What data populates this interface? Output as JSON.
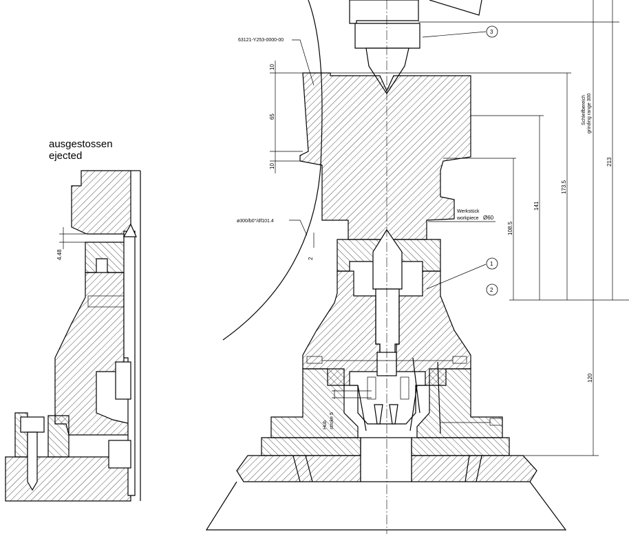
{
  "headings": {
    "state_de": "ausgestossen",
    "state_en": "ejected"
  },
  "labels": {
    "part_number": "63121-Y253-0000-00",
    "radius_spec": "ø300/b0°/df101.4",
    "workpiece_de": "Werkstück",
    "workpiece_en": "workpiece",
    "workpiece_dia": "Ø60",
    "grind_de": "Schleifbereich",
    "grind_en": "grinding range 300",
    "stroke_de": "Hub",
    "stroke_en": "stroke 5"
  },
  "dimensions": {
    "d10_top": "10",
    "d65": "65",
    "d10_low": "10",
    "d2": "2",
    "d448": "4.48",
    "d1085": "108.5",
    "d141": "141",
    "d1735": "173.5",
    "d213": "213",
    "d120": "120"
  },
  "balloons": {
    "b1": "1",
    "b2": "2",
    "b3": "3"
  }
}
